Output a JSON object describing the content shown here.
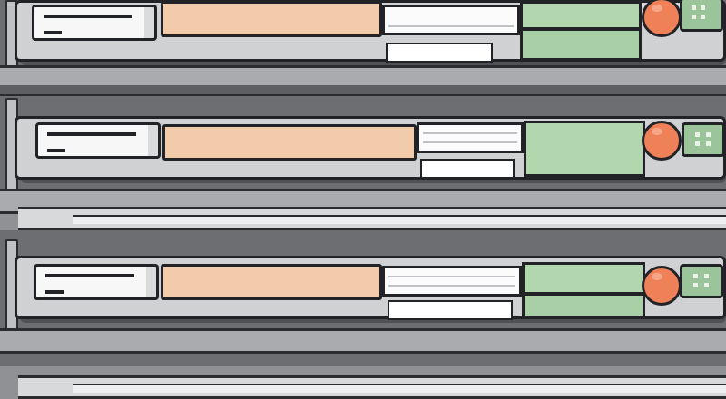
{
  "scene": {
    "kind": "illustration",
    "subject": "storage-rack-drawers",
    "drawer_count": 3
  },
  "colors": {
    "rack_gray": "#8f9194",
    "panel_peach": "#f2cbab",
    "panel_green": "#b2d6ae",
    "knob_orange": "#ef8159",
    "outline": "#222326",
    "white": "#fbfbfb"
  },
  "icons": {
    "knob": "round-knob",
    "vent": "vent-grille",
    "handle": "drawer-handle"
  }
}
